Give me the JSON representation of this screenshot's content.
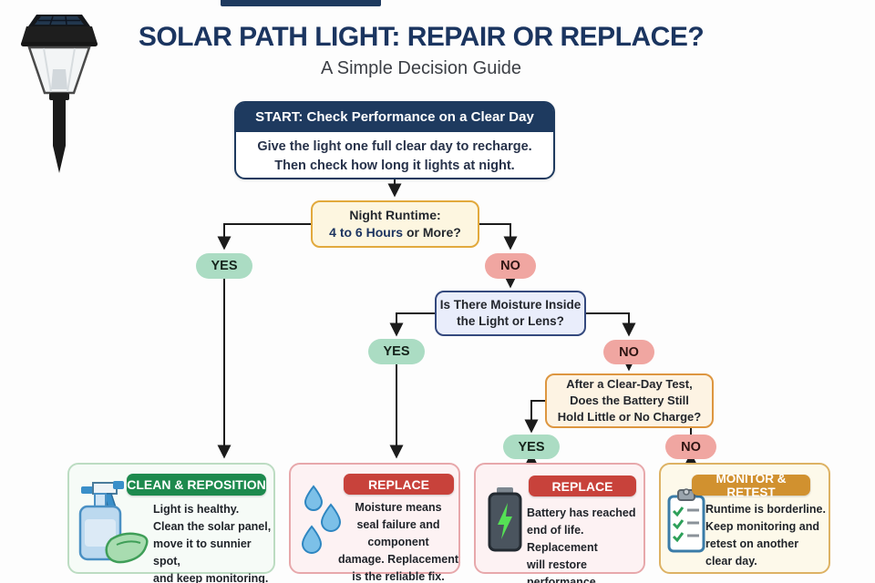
{
  "header": {
    "title": "SOLAR PATH LIGHT: REPAIR OR REPLACE?",
    "subtitle": "A Simple Decision Guide"
  },
  "flow": {
    "start": {
      "header": "START: Check Performance on a Clear Day",
      "line1": "Give the light one full clear day to recharge.",
      "line2": "Then check how long it lights at night."
    },
    "runtime": {
      "line1": "Night Runtime:",
      "highlight": "4 to 6 Hours",
      "rest": " or More?"
    },
    "moisture": {
      "line1": "Is There Moisture Inside",
      "line2": "the Light or Lens?"
    },
    "battery": {
      "line1": "After a Clear-Day Test,",
      "line2": "Does the Battery Still",
      "line3": "Hold Little or No Charge?"
    },
    "pills": {
      "runtime_yes": "YES",
      "runtime_no": "NO",
      "moisture_yes": "YES",
      "moisture_no": "NO",
      "battery_yes": "YES",
      "battery_no": "NO"
    }
  },
  "outcomes": [
    {
      "badge": "CLEAN & REPOSITION",
      "icon": "spray-bottle-and-cloth",
      "lines": [
        "Light is healthy.",
        "Clean the solar panel,",
        "move it to sunnier spot,",
        "and keep monitoring."
      ]
    },
    {
      "badge": "REPLACE",
      "icon": "water-droplets",
      "lines": [
        "Moisture means",
        "seal failure and component",
        "damage. Replacement",
        "is the reliable fix."
      ]
    },
    {
      "badge": "REPLACE",
      "icon": "battery-charging",
      "lines": [
        "Battery has reached",
        "end of life. Replacement",
        "will restore performance."
      ]
    },
    {
      "badge": "MONITOR & RETEST",
      "icon": "clipboard-checklist",
      "lines": [
        "Runtime is borderline.",
        "Keep monitoring and",
        "retest on another",
        "clear day."
      ]
    }
  ],
  "colors": {
    "navy": "#1e3a5f",
    "title": "#1b3560",
    "runtime_border": "#e2a93c",
    "moisture_border": "#34497e",
    "battery_border": "#dd9640",
    "yes_pill": "#abdcc3",
    "no_pill": "#f0a6a1",
    "badge_green": "#1d8a4e",
    "badge_red": "#c8423b",
    "badge_gold": "#d1912f",
    "connector": "#1c1c1c"
  }
}
